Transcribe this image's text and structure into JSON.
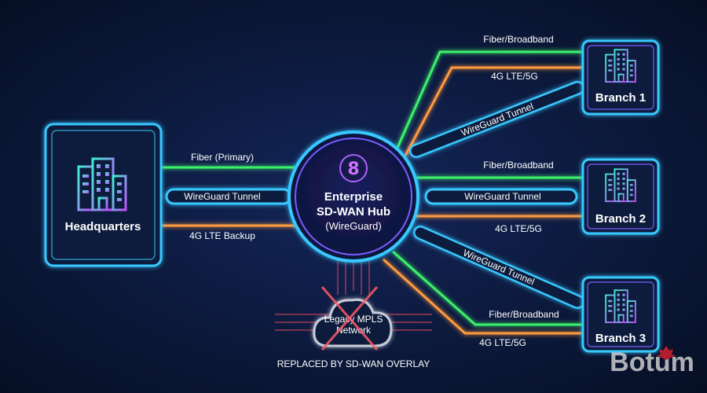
{
  "colors": {
    "background": "#08142e",
    "fiber": "#3cf06a",
    "lte": "#ff9a3c",
    "tunnel": "#38c8ff",
    "hub": "#7a5cff",
    "mpls": "#ff4d5e"
  },
  "hub": {
    "line1": "Enterprise",
    "line2": "SD-WAN Hub",
    "line3": "(WireGuard)",
    "icon": "wireguard-logo-icon"
  },
  "headquarters": {
    "label": "Headquarters",
    "icon": "building-icon",
    "links": {
      "fiber": "Fiber (Primary)",
      "tunnel": "WireGuard Tunnel",
      "lte": "4G LTE Backup"
    }
  },
  "branches": [
    {
      "label": "Branch 1",
      "fiber": "Fiber/Broadband",
      "lte": "4G LTE/5G",
      "tunnel": "WireGuard Tunnel"
    },
    {
      "label": "Branch 2",
      "fiber": "Fiber/Broadband",
      "lte": "4G LTE/5G",
      "tunnel": "WireGuard Tunnel"
    },
    {
      "label": "Branch 3",
      "fiber": "Fiber/Broadband",
      "lte": "4G LTE/5G",
      "tunnel": "WireGuard Tunnel"
    }
  ],
  "legacy": {
    "line1": "Legacy MPLS",
    "line2": "Network",
    "caption": "REPLACED BY SD-WAN OVERLAY"
  },
  "watermark": "Botum"
}
